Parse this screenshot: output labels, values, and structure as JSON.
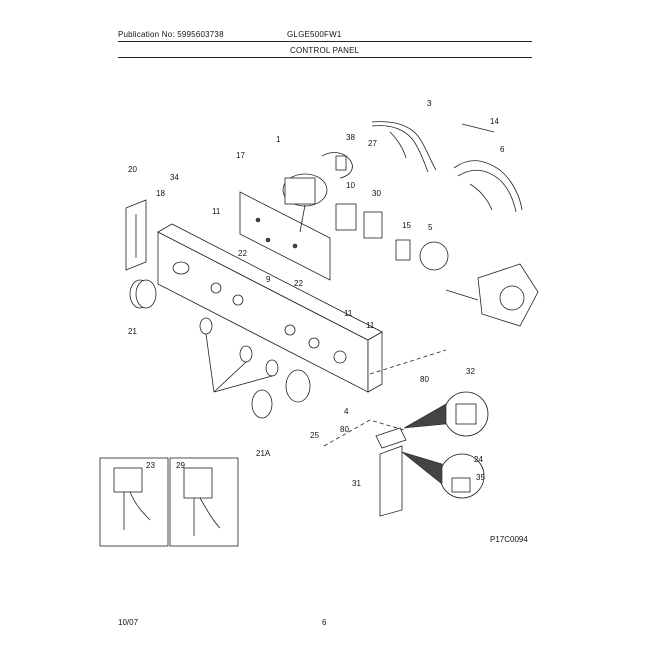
{
  "header": {
    "publication": "Publication No: 5995603738",
    "model": "GLGE500FW1",
    "section": "CONTROL PANEL"
  },
  "callouts": {
    "c1": "1",
    "c3": "3",
    "c4": "4",
    "c5": "5",
    "c6": "6",
    "c9": "9",
    "c10": "10",
    "c11a": "11",
    "c11b": "11",
    "c11c": "11",
    "c14": "14",
    "c15": "15",
    "c17": "17",
    "c18": "18",
    "c20": "20",
    "c21": "21",
    "c21a": "21A",
    "c22a": "22",
    "c22b": "22",
    "c23": "23",
    "c24": "24",
    "c25": "25",
    "c27": "27",
    "c29": "29",
    "c30": "30",
    "c31": "31",
    "c32": "32",
    "c34": "34",
    "c35": "35",
    "c38": "38",
    "c80a": "80",
    "c80b": "80"
  },
  "figure_code": "P17C0094",
  "footer": {
    "date": "10/07",
    "page": "6"
  }
}
